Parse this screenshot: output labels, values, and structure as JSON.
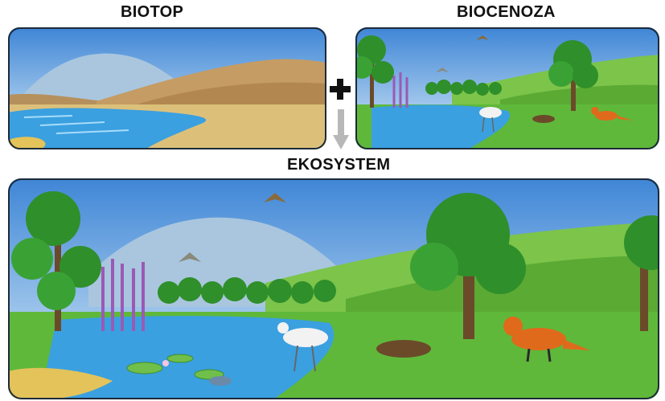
{
  "labels": {
    "biotop": "BIOTOP",
    "biocenoza": "BIOCENOZA",
    "ekosystem": "EKOSYSTEM"
  },
  "colors": {
    "panel_border": "#1c2a3a",
    "sky_top": "#3f86d6",
    "sky_bottom": "#d9ecf8",
    "mountain": "#9bbfd9",
    "desert_hill": "#c59c63",
    "sand": "#dcc07a",
    "water": "#3aa0e0",
    "grass": "#5fb83a",
    "tree": "#2f8f2a",
    "fox": "#e06a1c",
    "heron": "#f2f2f2",
    "reed": "#9b59b6",
    "arrow": "#b8b8b8",
    "plus": "#111111"
  }
}
